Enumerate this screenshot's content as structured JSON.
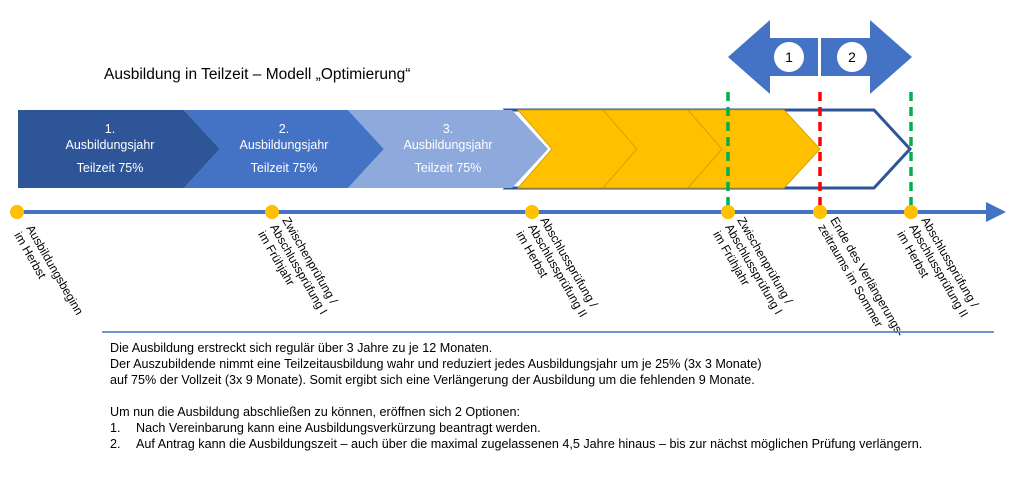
{
  "title": "Ausbildung in Teilzeit – Modell „Optimierung“",
  "years": [
    {
      "num": "1.",
      "label": "Ausbildungsjahr",
      "sub": "Teilzeit 75%",
      "color": "#2E5597"
    },
    {
      "num": "2.",
      "label": "Ausbildungsjahr",
      "sub": "Teilzeit 75%",
      "color": "#4472C4"
    },
    {
      "num": "3.",
      "label": "Ausbildungsjahr",
      "sub": "Teilzeit 75%",
      "color": "#8EA9DB"
    }
  ],
  "extension_color": "#FFC000",
  "outline_color": "#2E5597",
  "timeline_color": "#4472C4",
  "milestone_color": "#FFC000",
  "options": [
    {
      "label": "1"
    },
    {
      "label": "2"
    }
  ],
  "marker_colors": {
    "green": "#00B050",
    "red": "#FF0000"
  },
  "milestones": [
    {
      "lines": [
        "Ausbildungsbeginn",
        "im Herbst"
      ]
    },
    {
      "lines": [
        "Zwischenprüfung /",
        "Abschlussprüfung I",
        "im Frühjahr"
      ]
    },
    {
      "lines": [
        "Abschlussprüfung /",
        "Abschlussprüfung II",
        "im Herbst"
      ]
    },
    {
      "lines": [
        "Zwischenprüfung /",
        "Abschlussprüfung I",
        "im Frühjahr"
      ]
    },
    {
      "lines": [
        "Ende des Verlängerungs-",
        "zeitraums im Sommer"
      ]
    },
    {
      "lines": [
        "Abschlussprüfung /",
        "Abschlussprüfung II",
        "im Herbst"
      ]
    }
  ],
  "notes": {
    "line1": "Die Ausbildung erstreckt sich regulär über 3 Jahre zu je 12 Monaten.",
    "line2": "Der Auszubildende nimmt eine Teilzeitausbildung wahr  und reduziert jedes Ausbildungsjahr um je 25% (3x 3 Monate)",
    "line3": "auf 75% der Vollzeit (3x 9 Monate).  Somit ergibt sich eine Verlängerung der Ausbildung um die fehlenden 9 Monate.",
    "intro": "Um nun die Ausbildung abschließen zu können, eröffnen sich 2 Optionen:",
    "items": [
      {
        "num": "1.",
        "text": "Nach Vereinbarung kann  eine Ausbildungsverkürzung beantragt werden."
      },
      {
        "num": "2.",
        "text": "Auf Antrag kann  die Ausbildungszeit – auch über die maximal zugelassenen 4,5 Jahre hinaus – bis zur nächst möglichen Prüfung verlängern."
      }
    ]
  }
}
